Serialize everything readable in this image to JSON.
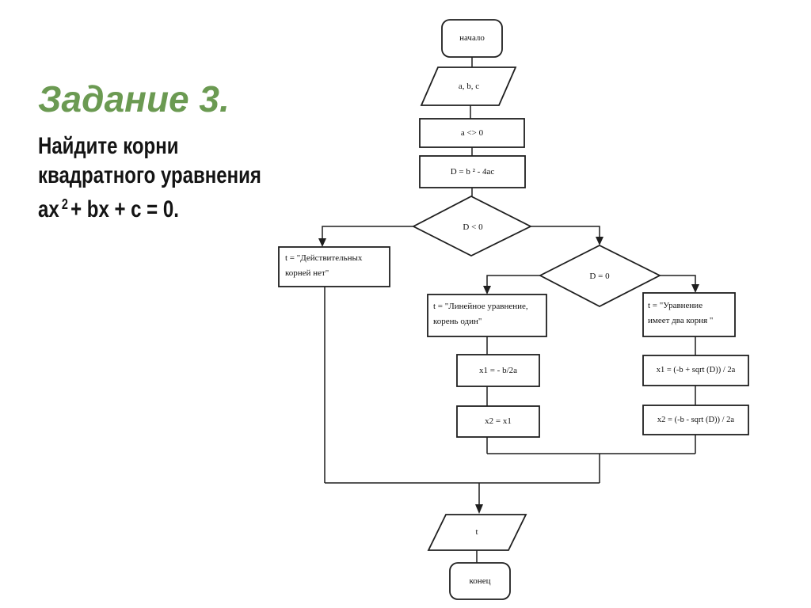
{
  "colors": {
    "title_green": "#6b9a52",
    "line": "#1f1f1f"
  },
  "slide": {
    "title": "Задание 3.",
    "body_line1": "Найдите корни",
    "body_line2": "квадратного уравнения",
    "equation_pre": "ax",
    "equation_sup": "2",
    "equation_post": "+ bx + c = 0."
  },
  "flowchart": {
    "start": "начало",
    "input": "a, b, c",
    "check_a": "a <> 0",
    "discriminant": "D = b ² - 4ac",
    "cond_negative": "D < 0",
    "cond_zero": "D = 0",
    "no_roots": "t = \"Действительных\nкорней нет\"",
    "one_root": "t = \"Линейное уравнение,\nкорень один\"",
    "two_roots": "t = \"Уравнение\nимеет два корня \"",
    "x1_mid": "x1 = - b/2a",
    "x2_mid": "x2 = x1",
    "x1_right": "x1 = (-b + sqrt (D)) / 2a",
    "x2_right": "x2 = (-b - sqrt (D)) / 2a",
    "output": "t",
    "end": "конец"
  }
}
